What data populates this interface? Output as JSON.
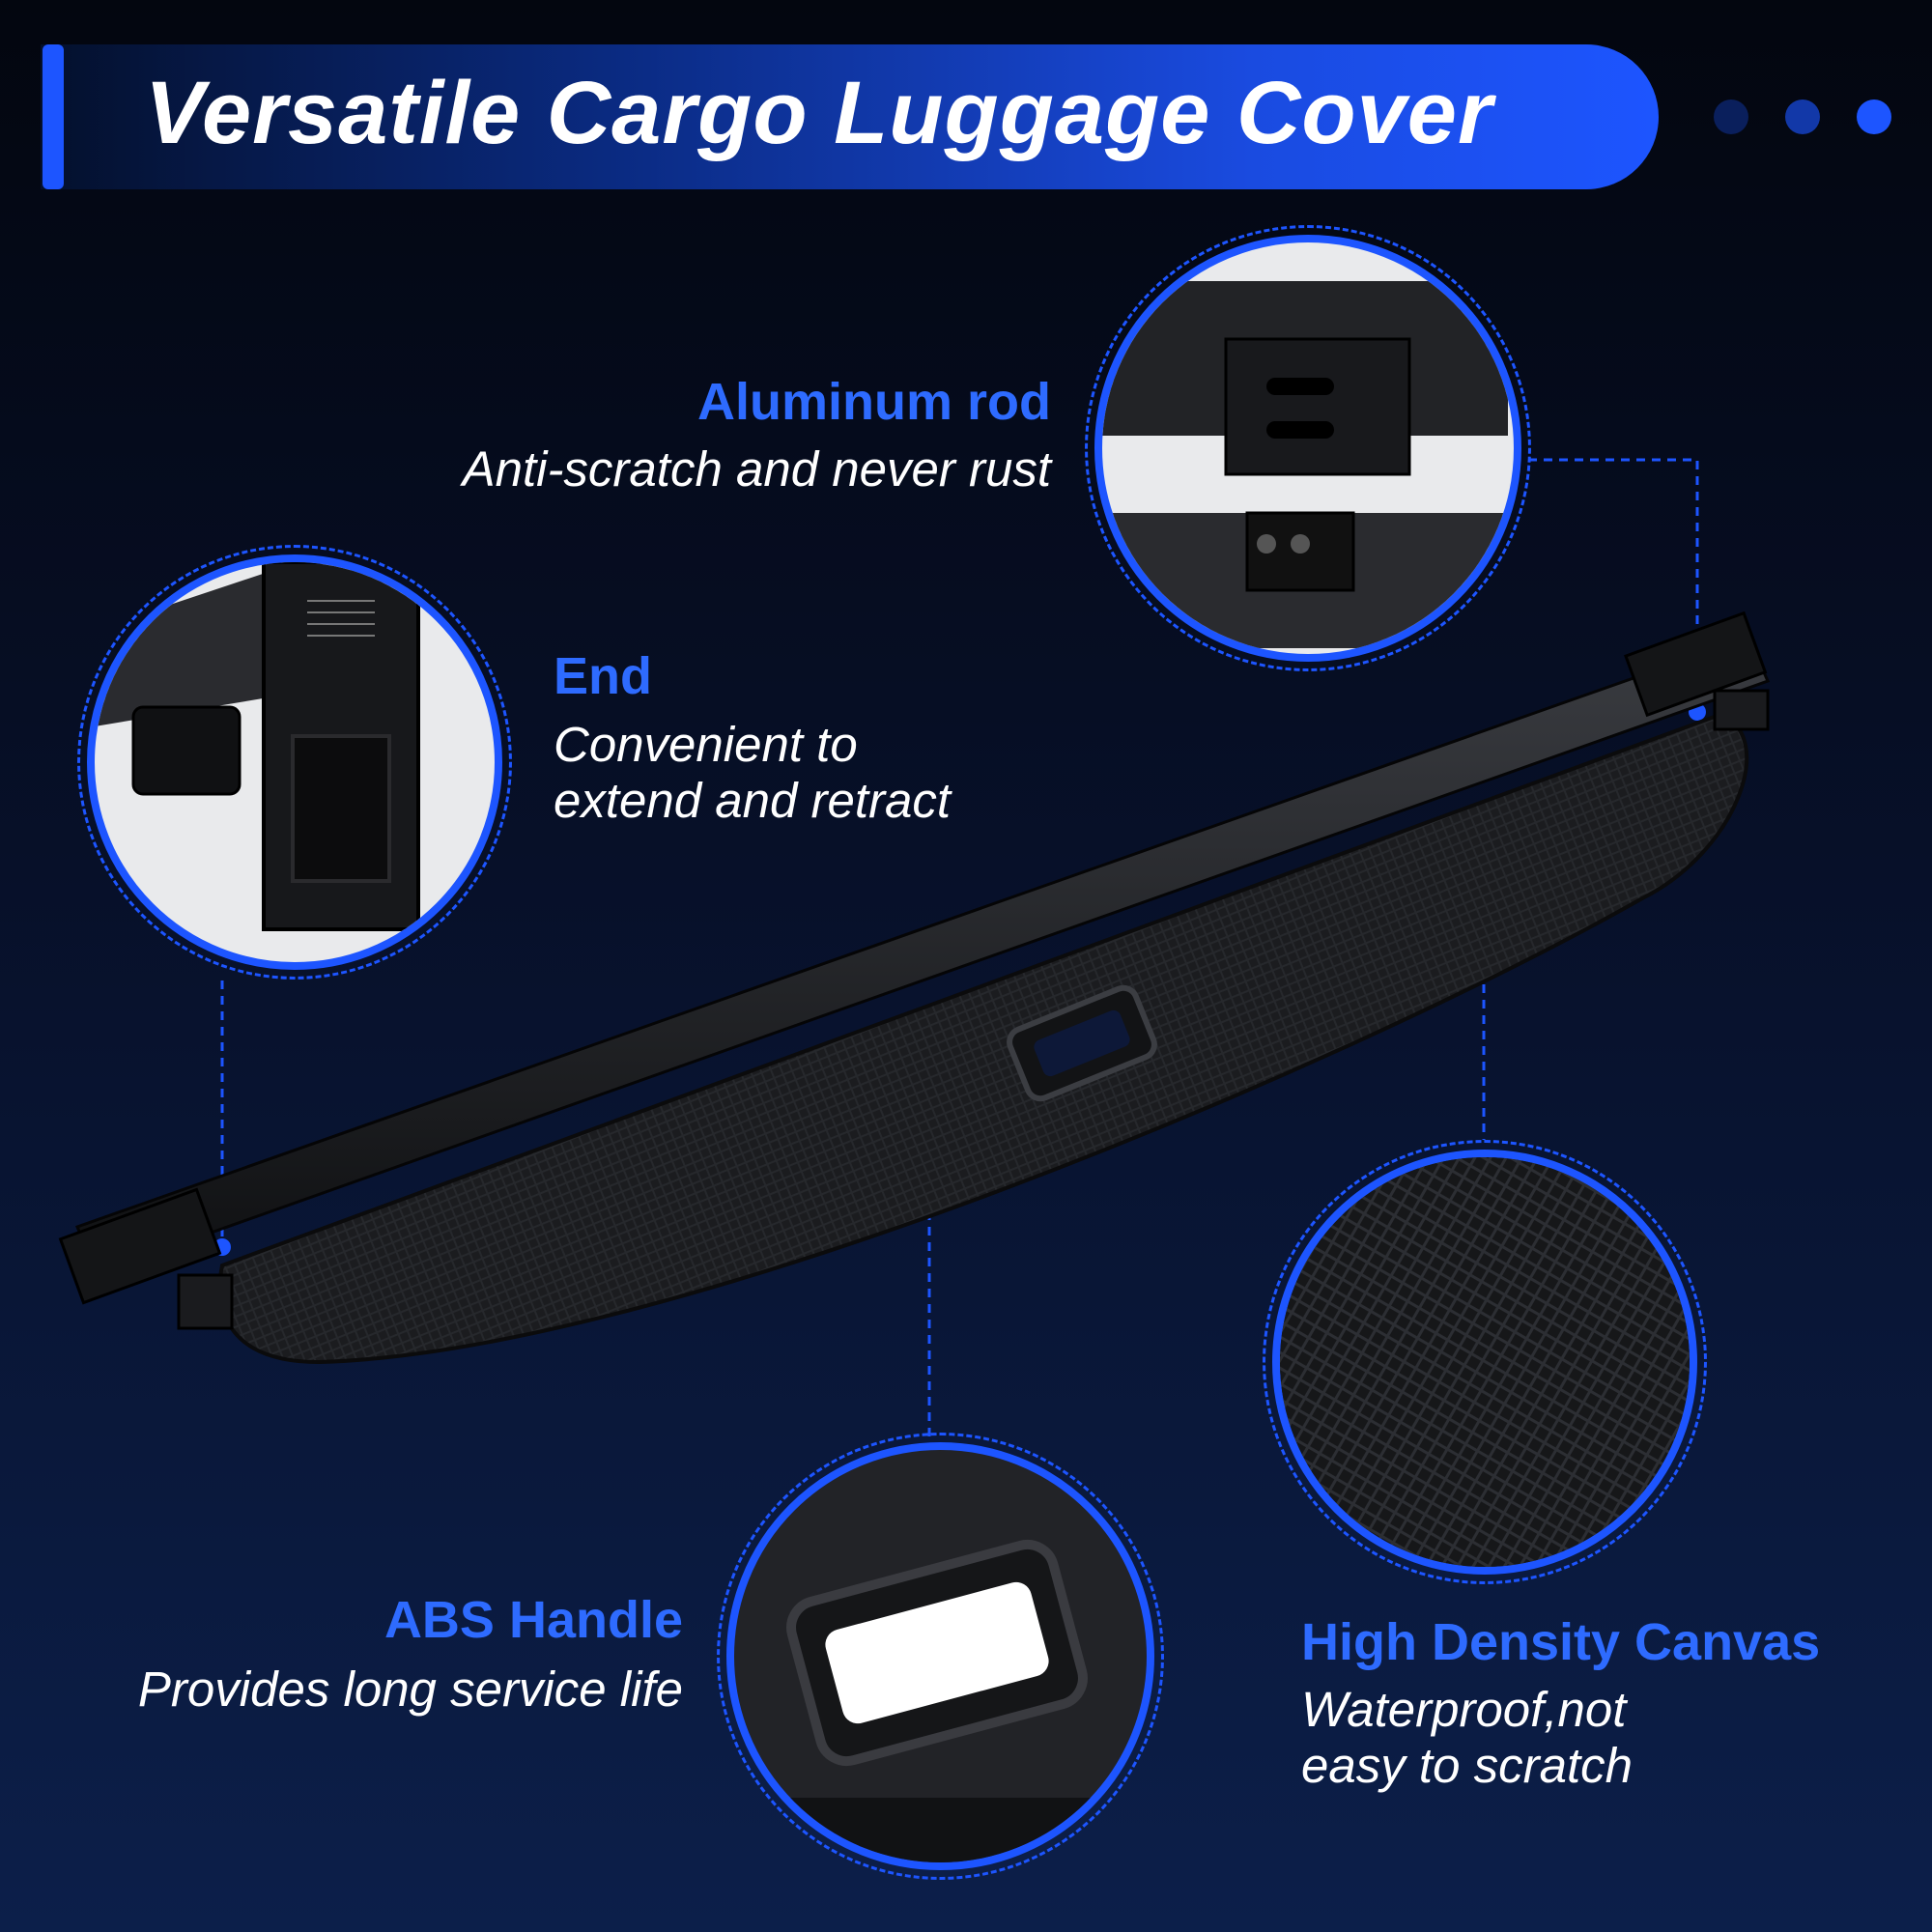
{
  "header": {
    "title": "Versatile Cargo Luggage Cover"
  },
  "features": {
    "aluminum_rod": {
      "title": "Aluminum rod",
      "desc": "Anti-scratch and never rust"
    },
    "end": {
      "title": "End",
      "desc_line1": "Convenient to",
      "desc_line2": "extend and retract"
    },
    "abs_handle": {
      "title": "ABS Handle",
      "desc": "Provides long service life"
    },
    "canvas": {
      "title": "High Density Canvas",
      "desc_line1": "Waterproof,not",
      "desc_line2": "easy to scratch"
    }
  },
  "colors": {
    "accent": "#1d55ff",
    "title_blue": "#2e6bff",
    "background": "#071029"
  }
}
